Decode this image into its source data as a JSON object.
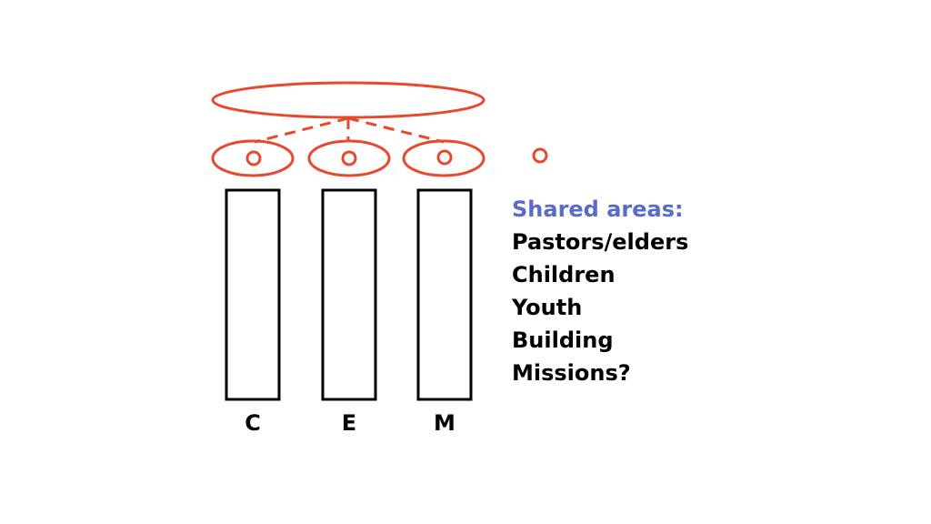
{
  "colors": {
    "accent": "#e8482e",
    "heading": "#5a6ac9",
    "text": "#000000",
    "outline": "#000000"
  },
  "pillars": [
    {
      "label": "C"
    },
    {
      "label": "E"
    },
    {
      "label": "M"
    }
  ],
  "shared": {
    "heading": "Shared areas:",
    "items": [
      "Pastors/elders",
      "Children",
      "Youth",
      "Building",
      "Missions?"
    ]
  }
}
